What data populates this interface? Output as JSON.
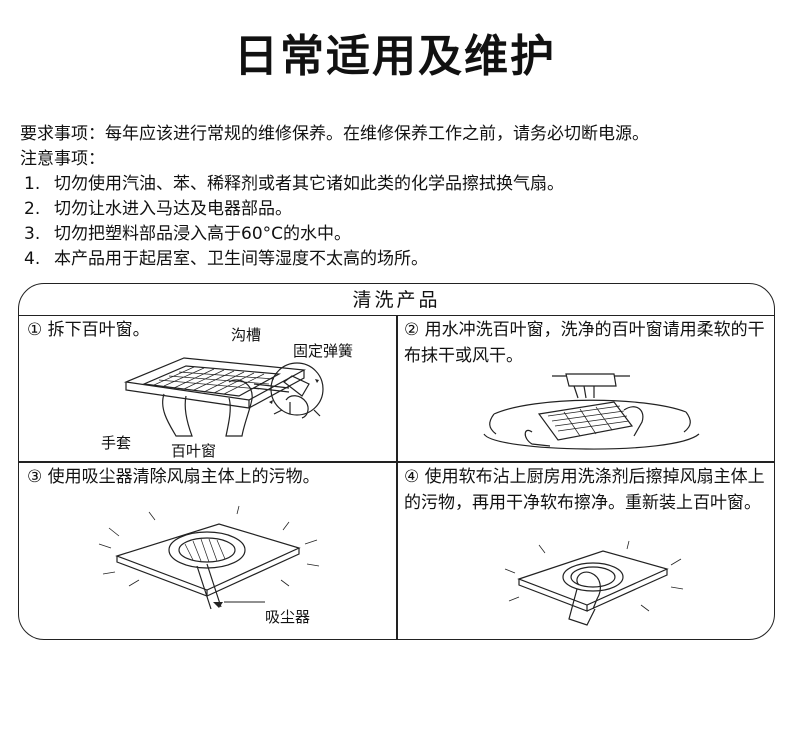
{
  "title": "日常适用及维护",
  "requirements": "要求事项：每年应该进行常规的维修保养。在维修保养工作之前，请务必切断电源。",
  "notes_heading": "注意事项：",
  "notes": [
    {
      "num": "1.",
      "text": "切勿使用汽油、苯、稀释剂或者其它诸如此类的化学品擦拭换气扇。"
    },
    {
      "num": "2.",
      "text": "切勿让水进入马达及电器部品。"
    },
    {
      "num": "3.",
      "text": "切勿把塑料部品浸入高于60°C的水中。"
    },
    {
      "num": "4.",
      "text": "本产品用于起居室、卫生间等湿度不太高的场所。"
    }
  ],
  "panel": {
    "title": "清洗产品",
    "steps": [
      {
        "text": "① 拆下百叶窗。",
        "labels": [
          "沟槽",
          "固定弹簧",
          "手套",
          "百叶窗"
        ]
      },
      {
        "text": "② 用水冲洗百叶窗，洗净的百叶窗请用柔软的干布抹干或风干。"
      },
      {
        "text": "③ 使用吸尘器清除风扇主体上的污物。",
        "labels": [
          "吸尘器"
        ]
      },
      {
        "text": "④ 使用软布沾上厨房用洗涤剂后擦掉风扇主体上的污物，再用干净软布擦净。重新装上百叶窗。"
      }
    ]
  }
}
